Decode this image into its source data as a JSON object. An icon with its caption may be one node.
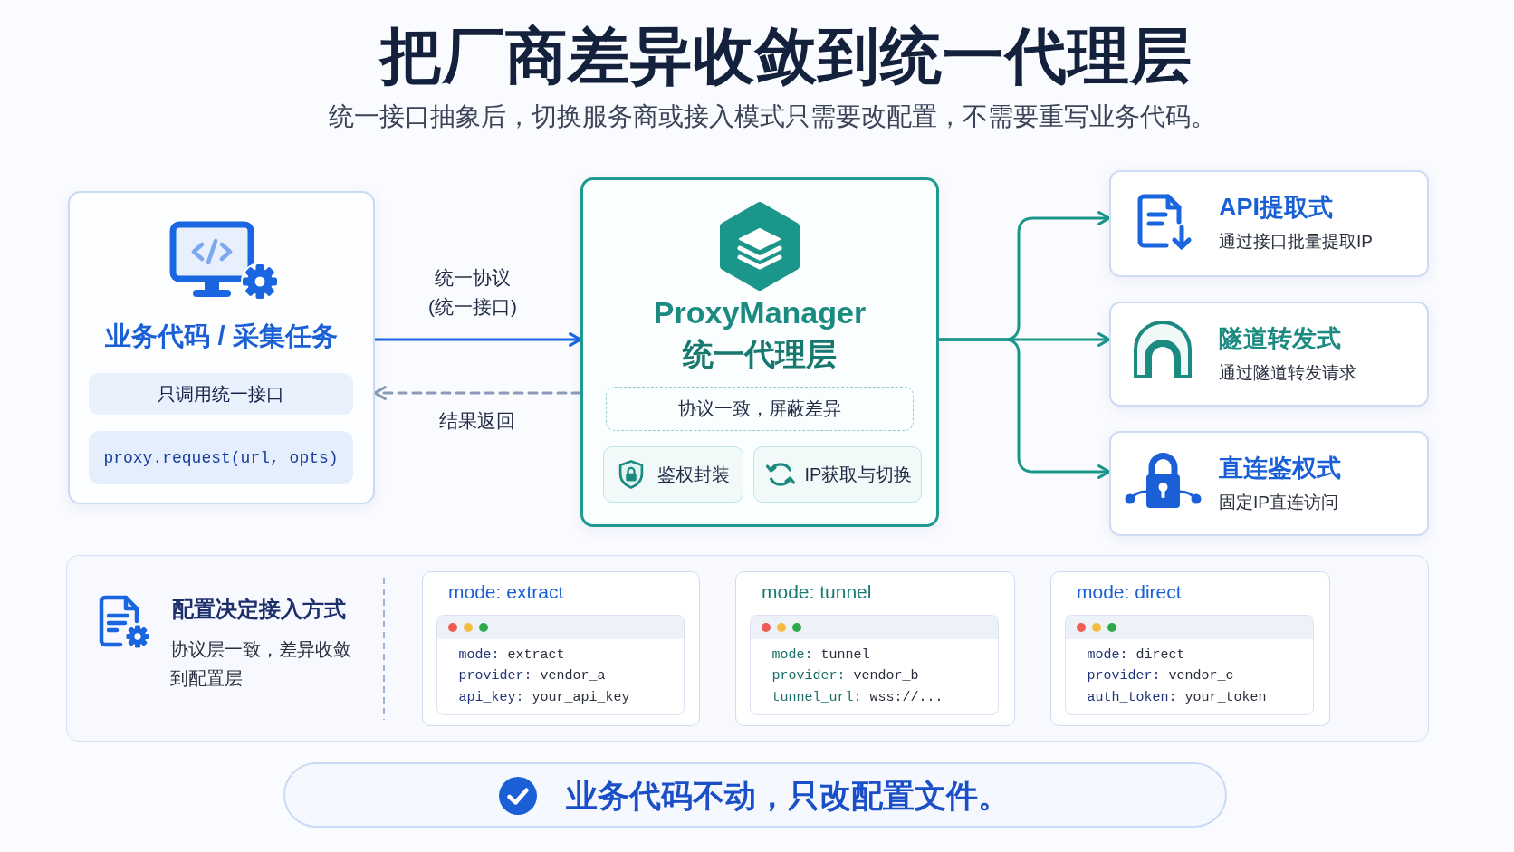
{
  "diagram": {
    "title": "把厂商差异收敛到统一代理层",
    "nodes": [
      {
        "text": [
          "业务代码 / 采集任务"
        ]
      },
      {
        "text": [
          "只调用统一接口"
        ],
        "in": 0
      },
      {
        "text": [
          "proxy.request(url, opts)"
        ],
        "in": 0
      },
      {
        "text": [
          "ProxyManager",
          "统一代理层"
        ]
      },
      {
        "text": [
          "协议一致，屏蔽差异"
        ],
        "in": 3
      },
      {
        "text": [
          "鉴权封装"
        ],
        "in": 3
      },
      {
        "text": [
          "IP获取与切换"
        ],
        "in": 3
      },
      {
        "text": [
          "API提取式",
          "通过接口批量提取IP"
        ]
      },
      {
        "text": [
          "隧道转发式",
          "通过隧道转发请求"
        ]
      },
      {
        "text": [
          "直连鉴权式",
          "固定IP直连访问"
        ]
      },
      {
        "text": [
          "配置决定接入方式",
          "协议层一致，差异收敛到配置层"
        ]
      },
      {
        "text": [
          "mode: extract"
        ],
        "in": 10
      },
      {
        "text": [
          "mode: extract",
          "provider: vendor_a",
          "api_key: your_api_key"
        ],
        "in": 11
      },
      {
        "text": [
          "mode: tunnel"
        ],
        "in": 10
      },
      {
        "text": [
          "mode: tunnel",
          "provider: vendor_b",
          "tunnel_url: wss://..."
        ],
        "in": 13
      },
      {
        "text": [
          "mode: direct"
        ],
        "in": 10
      },
      {
        "text": [
          "mode: direct",
          "provider: vendor_c",
          "auth_token: your_token"
        ],
        "in": 15
      },
      {
        "text": [
          "业务代码不动，只改配置文件。"
        ]
      }
    ],
    "edges": [
      {
        "from": 0,
        "to": 3,
        "arrow": "to",
        "label": "统一协议 (统一接口)",
        "color": "#1a66e0"
      },
      {
        "from": 3,
        "to": 0,
        "arrow": "to",
        "label": "结果返回",
        "style": "dashed",
        "color": "#8a9ab8"
      },
      {
        "from": 3,
        "to": 7,
        "arrow": "to"
      },
      {
        "from": 3,
        "to": 8,
        "arrow": "to"
      },
      {
        "from": 3,
        "to": 9,
        "arrow": "to"
      }
    ],
    "labels": [
      "统一接口抽象后，切换服务商或接入模式只需要改配置，不需要重写业务代码。"
    ]
  }
}
